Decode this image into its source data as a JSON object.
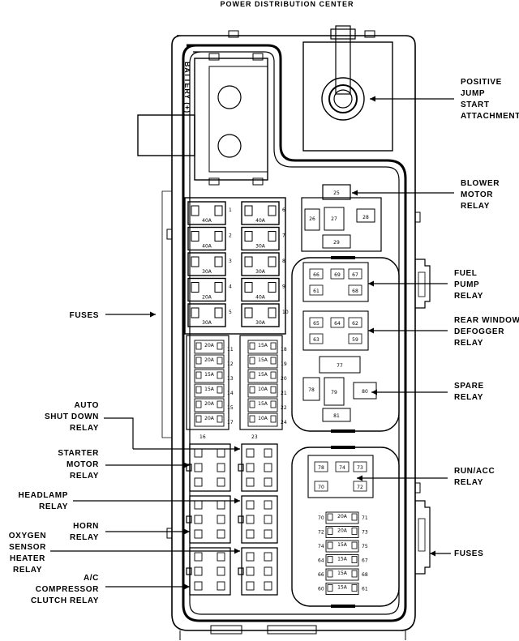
{
  "title": "POWER DISTRIBUTION CENTER",
  "battery_label": "BATTERY (+)",
  "callouts": {
    "positive_jump": [
      "POSITIVE",
      "JUMP",
      "START",
      "ATTACHMENT"
    ],
    "blower_motor_relay": [
      "BLOWER",
      "MOTOR",
      "RELAY"
    ],
    "fuses_left": [
      "FUSES"
    ],
    "fuel_pump_relay": [
      "FUEL",
      "PUMP",
      "RELAY"
    ],
    "rear_window_defogger_relay": [
      "REAR WINDOW",
      "DEFOGGER",
      "RELAY"
    ],
    "spare_relay": [
      "SPARE",
      "RELAY"
    ],
    "auto_shut_down_relay": [
      "AUTO",
      "SHUT DOWN",
      "RELAY"
    ],
    "starter_motor_relay": [
      "STARTER",
      "MOTOR",
      "RELAY"
    ],
    "run_acc_relay": [
      "RUN/ACC",
      "RELAY"
    ],
    "headlamp_relay": [
      "HEADLAMP",
      "RELAY"
    ],
    "horn_relay": [
      "HORN",
      "RELAY"
    ],
    "oxygen_sensor_heater_relay": [
      "OXYGEN",
      "SENSOR",
      "HEATER",
      "RELAY"
    ],
    "fuses_right": [
      "FUSES"
    ],
    "ac_compressor_clutch_relay": [
      "A/C",
      "COMPRESSOR",
      "CLUTCH RELAY"
    ]
  },
  "maxi_fuses_left": [
    {
      "num": "1",
      "rating": "40A"
    },
    {
      "num": "2",
      "rating": "40A"
    },
    {
      "num": "3",
      "rating": "30A"
    },
    {
      "num": "4",
      "rating": "20A"
    },
    {
      "num": "5",
      "rating": "30A"
    }
  ],
  "maxi_fuses_right": [
    {
      "num": "6",
      "rating": "40A"
    },
    {
      "num": "7",
      "rating": "30A"
    },
    {
      "num": "8",
      "rating": "30A"
    },
    {
      "num": "9",
      "rating": "40A"
    },
    {
      "num": "10",
      "rating": "30A"
    }
  ],
  "mini_fuses_left": [
    {
      "num": "11",
      "rating": "20A"
    },
    {
      "num": "12",
      "rating": "20A"
    },
    {
      "num": "13",
      "rating": "15A"
    },
    {
      "num": "14",
      "rating": "15A"
    },
    {
      "num": "15",
      "rating": "20A"
    },
    {
      "num": "17",
      "rating": "20A"
    }
  ],
  "mini_fuses_right": [
    {
      "num": "18",
      "rating": "15A"
    },
    {
      "num": "19",
      "rating": "15A"
    },
    {
      "num": "20",
      "rating": "15A"
    },
    {
      "num": "21",
      "rating": "10A"
    },
    {
      "num": "22",
      "rating": "15A"
    },
    {
      "num": "24",
      "rating": "10A"
    }
  ],
  "bottom_fuse_nums": [
    "16",
    "23"
  ],
  "blower_cavities": [
    "25",
    "26",
    "27",
    "28",
    "29"
  ],
  "fuel_pump_cavities": [
    "66",
    "69",
    "67",
    "61",
    "68"
  ],
  "defogger_cavities": [
    "65",
    "64",
    "62",
    "63",
    "59"
  ],
  "spare_cavities": [
    "77",
    "78",
    "79",
    "80",
    "81"
  ],
  "run_acc_cavities": [
    "78",
    "74",
    "73",
    "70",
    "72"
  ],
  "right_fuses": [
    {
      "left": "70",
      "rating": "20A",
      "right": "71"
    },
    {
      "left": "72",
      "rating": "20A",
      "right": "73"
    },
    {
      "left": "74",
      "rating": "15A",
      "right": "75"
    },
    {
      "left": "64",
      "rating": "15A",
      "right": "67"
    },
    {
      "left": "66",
      "rating": "15A",
      "right": "68"
    },
    {
      "left": "60",
      "rating": "15A",
      "right": "61"
    }
  ]
}
